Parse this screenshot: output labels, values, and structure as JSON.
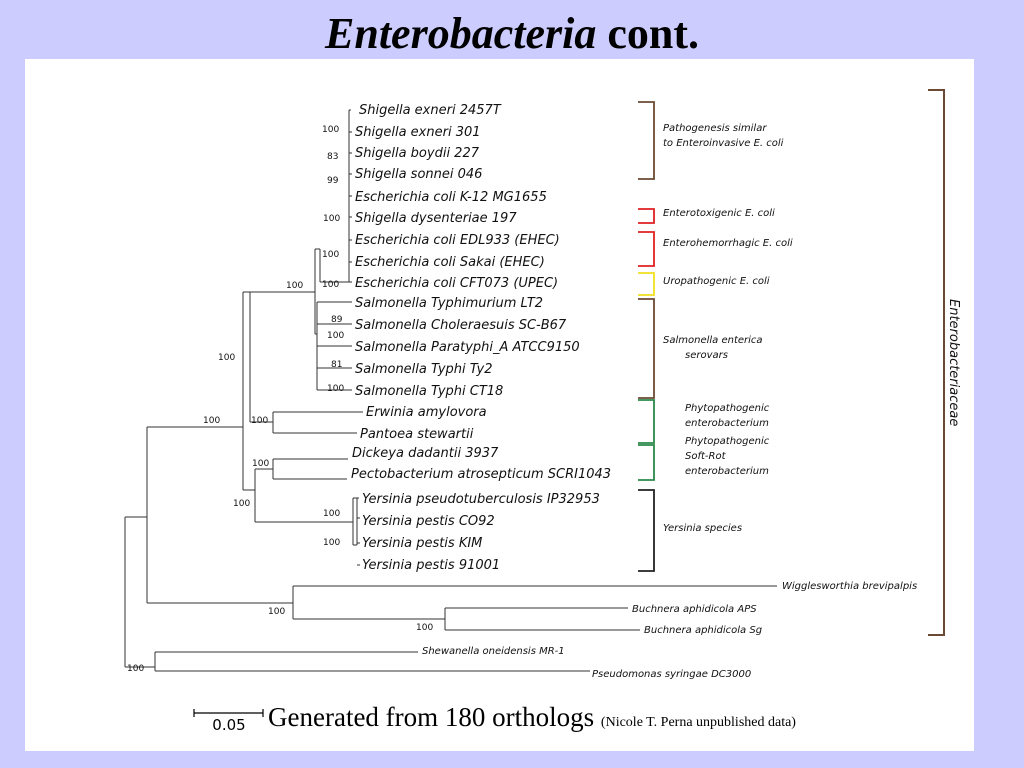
{
  "title": {
    "italic": "Enterobacteria",
    "rest": " cont."
  },
  "taxa": [
    "Shigella exneri 2457T",
    "Shigella exneri 301",
    "Shigella boydii 227",
    "Shigella sonnei 046",
    "Escherichia coli K-12 MG1655",
    "Shigella dysenteriae 197",
    "Escherichia coli EDL933 (EHEC)",
    "Escherichia coli Sakai (EHEC)",
    "Escherichia coli CFT073 (UPEC)",
    "Salmonella Typhimurium LT2",
    "Salmonella Choleraesuis SC-B67",
    "Salmonella Paratyphi_A ATCC9150",
    "Salmonella Typhi Ty2",
    "Salmonella Typhi CT18",
    "Erwinia amylovora",
    "Pantoea stewartii",
    "Dickeya dadantii 3937",
    "Pectobacterium atrosepticum SCRI1043",
    "Yersinia pseudotuberculosis IP32953",
    "Yersinia pestis CO92",
    "Yersinia pestis KIM",
    "Yersinia pestis 91001",
    "Wigglesworthia brevipalpis",
    "Buchnera aphidicola APS",
    "Buchnera aphidicola Sg",
    "Shewanella oneidensis MR-1",
    "Pseudomonas syringae DC3000"
  ],
  "bootstrap": [
    "100",
    "83",
    "99",
    "100",
    "100",
    "100",
    "100",
    "89",
    "100",
    "81",
    "100",
    "100",
    "100",
    "100",
    "100",
    "100",
    "100",
    "100",
    "100",
    "100",
    "100"
  ],
  "groups": [
    {
      "lines": [
        "Pathogenesis similar",
        "to Enteroinvasive E. coli"
      ],
      "color": "#6b4a33"
    },
    {
      "lines": [
        "Enterotoxigenic E. coli"
      ],
      "color": "#e02020"
    },
    {
      "lines": [
        "Enterohemorrhagic E. coli"
      ],
      "color": "#e02020"
    },
    {
      "lines": [
        "Uropathogenic E. coli"
      ],
      "color": "#f0e020"
    },
    {
      "lines": [
        "Salmonella enterica",
        "serovars"
      ],
      "color": "#6b4a33"
    },
    {
      "lines": [
        "Phytopathogenic",
        "enterobacterium"
      ],
      "color": "#2a8a4a"
    },
    {
      "lines": [
        "Phytopathogenic",
        "Soft-Rot",
        "enterobacterium"
      ],
      "color": "#2a8a4a"
    },
    {
      "lines": [
        "Yersinia species"
      ],
      "color": "#222222"
    }
  ],
  "family": "Enterobacteriaceae",
  "family_color": "#6b4a33",
  "scale_label": "0.05",
  "footnote": {
    "main": "Generated from 180 orthologs",
    "sub": "(Nicole T. Perna unpublished data)"
  }
}
